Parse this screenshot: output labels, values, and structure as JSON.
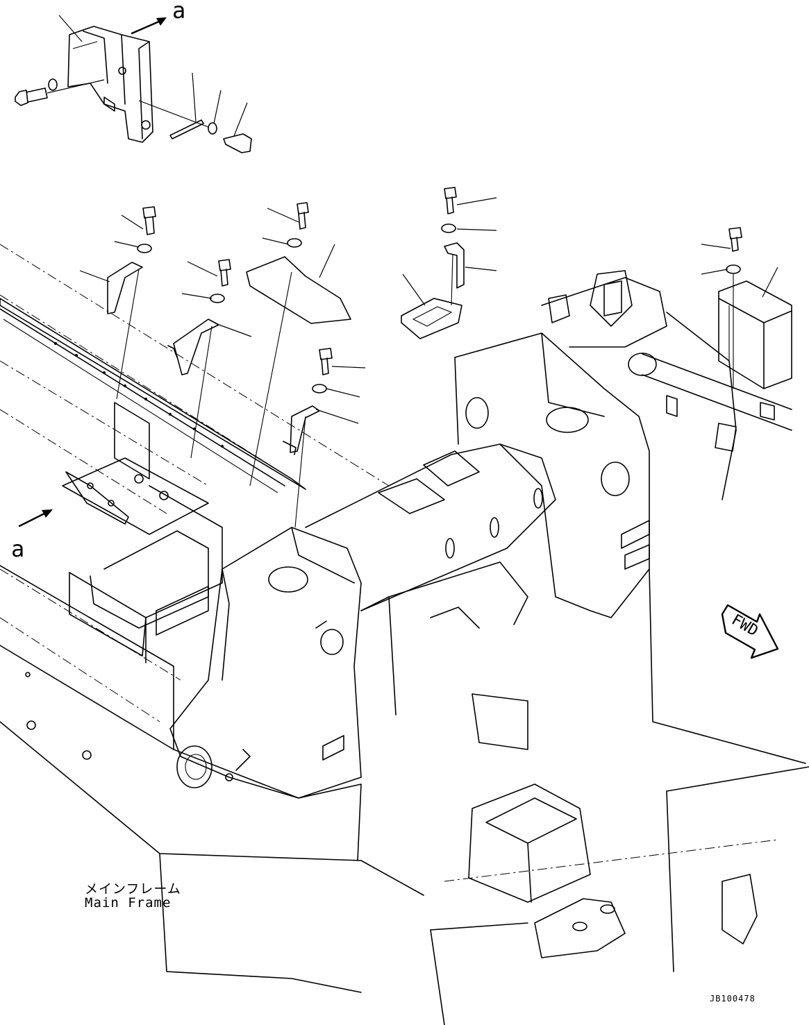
{
  "view_labels": {
    "top": "a",
    "side": "a"
  },
  "direction_arrow": {
    "label": "FWD"
  },
  "frame_caption": {
    "japanese": "メインフレーム",
    "english": "Main Frame"
  },
  "drawing_code": "JB100478"
}
